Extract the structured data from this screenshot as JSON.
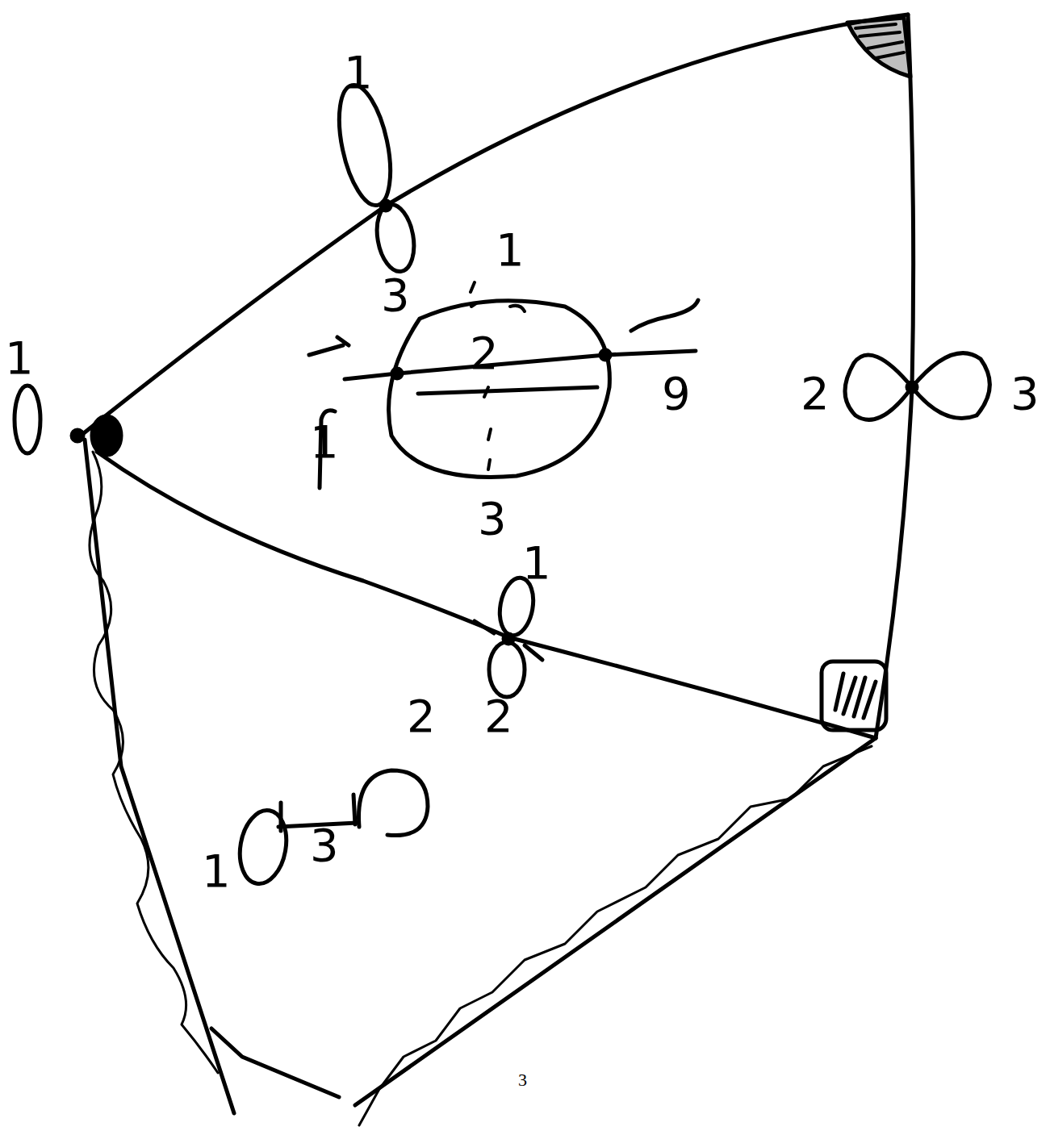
{
  "diagram": {
    "labels": [
      "1",
      "1",
      "3",
      "2",
      "1",
      "1",
      "9",
      "2",
      "3",
      "3",
      "1",
      "2",
      "2",
      "1",
      "3",
      "3"
    ]
  }
}
